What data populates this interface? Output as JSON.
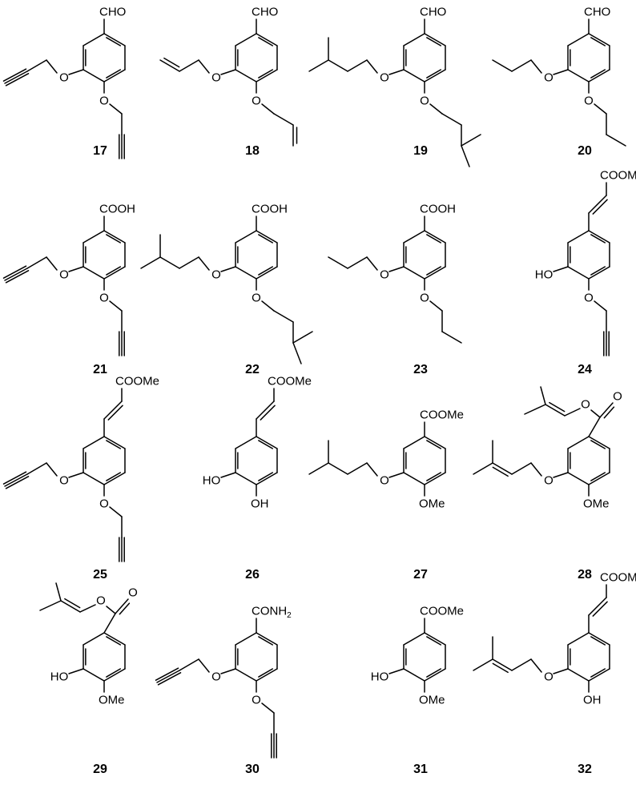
{
  "compounds": [
    {
      "id": "17",
      "top": "CHO",
      "meta": "O",
      "para": "O",
      "chainA": "propargyl",
      "chainB": "propargyl"
    },
    {
      "id": "18",
      "top": "CHO",
      "meta": "O",
      "para": "O",
      "chainA": "allyl",
      "chainB": "allyl"
    },
    {
      "id": "19",
      "top": "CHO",
      "meta": "O",
      "para": "O",
      "chainA": "isopentyl",
      "chainB": "isopentyl"
    },
    {
      "id": "20",
      "top": "CHO",
      "meta": "O",
      "para": "O",
      "chainA": "propyl",
      "chainB": "propyl"
    },
    {
      "id": "21",
      "top": "COOH",
      "meta": "O",
      "para": "O",
      "chainA": "propargyl",
      "chainB": "propargyl"
    },
    {
      "id": "22",
      "top": "COOH",
      "meta": "O",
      "para": "O",
      "chainA": "isopentyl",
      "chainB": "isopentyl"
    },
    {
      "id": "23",
      "top": "COOH",
      "meta": "O",
      "para": "O",
      "chainA": "propyl",
      "chainB": "propyl"
    },
    {
      "id": "24",
      "top": "COOMe",
      "vinyl": true,
      "meta": "HO",
      "para": "O",
      "chainA": "",
      "chainB": "propargyl"
    },
    {
      "id": "25",
      "top": "COOMe",
      "vinyl": true,
      "meta": "O",
      "para": "O",
      "chainA": "propargyl",
      "chainB": "propargyl"
    },
    {
      "id": "26",
      "top": "COOMe",
      "vinyl": true,
      "meta": "HO",
      "para": "OH",
      "chainA": "",
      "chainB": ""
    },
    {
      "id": "27",
      "top": "COOMe",
      "meta": "O",
      "para": "OMe",
      "chainA": "isopentyl",
      "chainB": ""
    },
    {
      "id": "28",
      "top": "ester",
      "meta": "O",
      "para": "OMe",
      "chainA": "prenyl",
      "chainB": ""
    },
    {
      "id": "29",
      "top": "ester",
      "meta": "HO",
      "para": "OMe",
      "chainA": "",
      "chainB": ""
    },
    {
      "id": "30",
      "top": "CONH2",
      "meta": "O",
      "para": "O",
      "chainA": "propargyl",
      "chainB": "propargyl"
    },
    {
      "id": "31",
      "top": "COOMe",
      "meta": "HO",
      "para": "OMe",
      "chainA": "",
      "chainB": ""
    },
    {
      "id": "32",
      "top": "COOMe",
      "vinyl": true,
      "meta": "O",
      "para": "OH",
      "chainA": "prenyl",
      "chainB": ""
    }
  ],
  "text": {
    "cho": "CHO",
    "cooh": "COOH",
    "coome": "COOMe",
    "conh": "CONH",
    "nh2sub": "2",
    "ome": "OMe",
    "oh": "OH",
    "ho": "HO",
    "o": "O"
  }
}
